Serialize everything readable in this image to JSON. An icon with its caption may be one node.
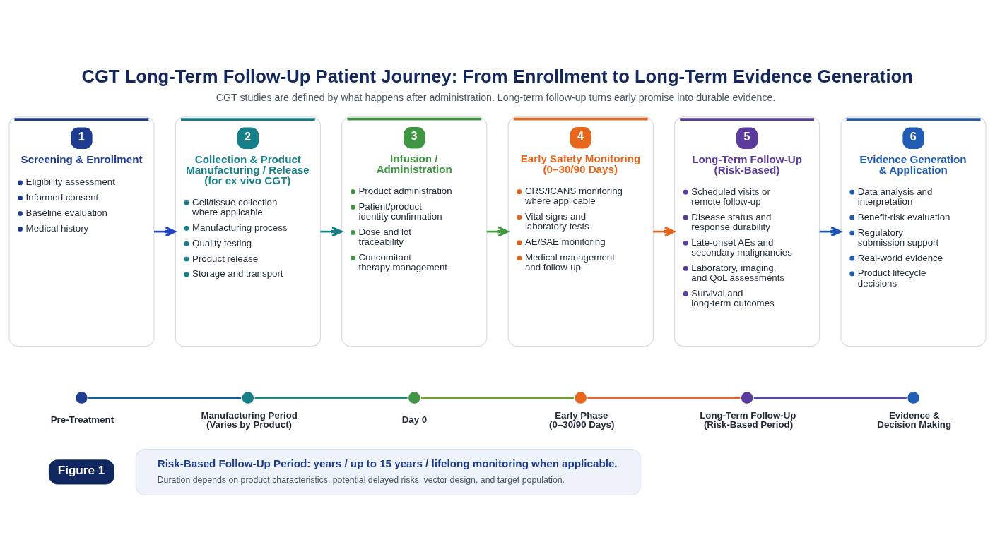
{
  "diagram": {
    "title": "CGT Long-Term Follow-Up Patient Journey: From Enrollment to Long-Term Evidence Generation",
    "caption": "CGT studies are defined by what happens after administration. Long-term follow-up turns early promise into durable evidence.",
    "nodes": [
      {
        "text": [
          "Figure 1"
        ]
      },
      {
        "text": [
          "1",
          "Screening & Enrollment",
          "Eligibility assessment",
          "Informed consent",
          "Baseline evaluation",
          "Medical history"
        ]
      },
      {
        "text": [
          "2",
          "Collection & Product Manufacturing / Release (for ex vivo CGT)",
          "Cell/tissue collection where applicable",
          "Manufacturing process",
          "Quality testing",
          "Product release",
          "Storage and transport"
        ]
      },
      {
        "text": [
          "3",
          "Infusion / Administration",
          "Product administration",
          "Patient/product identity confirmation",
          "Dose and lot traceability",
          "Concomitant therapy management"
        ]
      },
      {
        "text": [
          "4",
          "Early Safety Monitoring (0–30/90 Days)",
          "CRS/ICANS monitoring where applicable",
          "Vital signs and laboratory tests",
          "AE/SAE monitoring",
          "Medical management and follow-up"
        ]
      },
      {
        "text": [
          "5",
          "Long-Term Follow-Up (Risk-Based)",
          "Scheduled visits or remote follow-up",
          "Disease status and response durability",
          "Late-onset AEs and secondary malignancies",
          "Laboratory, imaging, and QoL assessments",
          "Survival and long-term outcomes"
        ]
      },
      {
        "text": [
          "6",
          "Evidence Generation & Application",
          "Data analysis and interpretation",
          "Benefit-risk evaluation",
          "Regulatory submission support",
          "Real-world evidence",
          "Product lifecycle decisions"
        ]
      },
      {
        "text": [],
        "shape": "circle",
        "beside": [
          "Pre-Treatment"
        ]
      },
      {
        "text": [],
        "shape": "circle",
        "beside": [
          "Manufacturing Period (Varies by Product)"
        ]
      },
      {
        "text": [],
        "shape": "circle",
        "beside": [
          "Day 0"
        ]
      },
      {
        "text": [],
        "shape": "circle",
        "beside": [
          "Early Phase (0–30/90 Days)"
        ]
      },
      {
        "text": [],
        "shape": "circle",
        "beside": [
          "Long-Term Follow-Up (Risk-Based Period)"
        ]
      },
      {
        "text": [],
        "shape": "circle",
        "beside": [
          "Evidence & Decision Making"
        ]
      },
      {
        "text": [
          "Risk-Based Follow-Up Period: years / up to 15 years / lifelong monitoring when applicable.",
          "Duration depends on product characteristics, potential delayed risks, vector design, and target population."
        ]
      }
    ],
    "edges": [
      {
        "from": 1,
        "to": 2,
        "arrow": "to",
        "color": "#2346c8"
      },
      {
        "from": 2,
        "to": 3,
        "arrow": "to",
        "color": "#177d86"
      },
      {
        "from": 3,
        "to": 4,
        "arrow": "to",
        "color": "#3f9a3f"
      },
      {
        "from": 4,
        "to": 5,
        "arrow": "to",
        "color": "#e4641c"
      },
      {
        "from": 5,
        "to": 6,
        "arrow": "to",
        "color": "#1d55b5"
      },
      {
        "from": 7,
        "to": 8,
        "arrow": "none",
        "color": "#1d5a8f"
      },
      {
        "from": 8,
        "to": 9,
        "arrow": "none",
        "color": "#22887a"
      },
      {
        "from": 9,
        "to": 10,
        "arrow": "none",
        "color": "#6f9a35"
      },
      {
        "from": 10,
        "to": 11,
        "arrow": "none",
        "color": "#d86a3a"
      },
      {
        "from": 11,
        "to": 12,
        "arrow": "none",
        "color": "#5a4aa8"
      }
    ]
  }
}
